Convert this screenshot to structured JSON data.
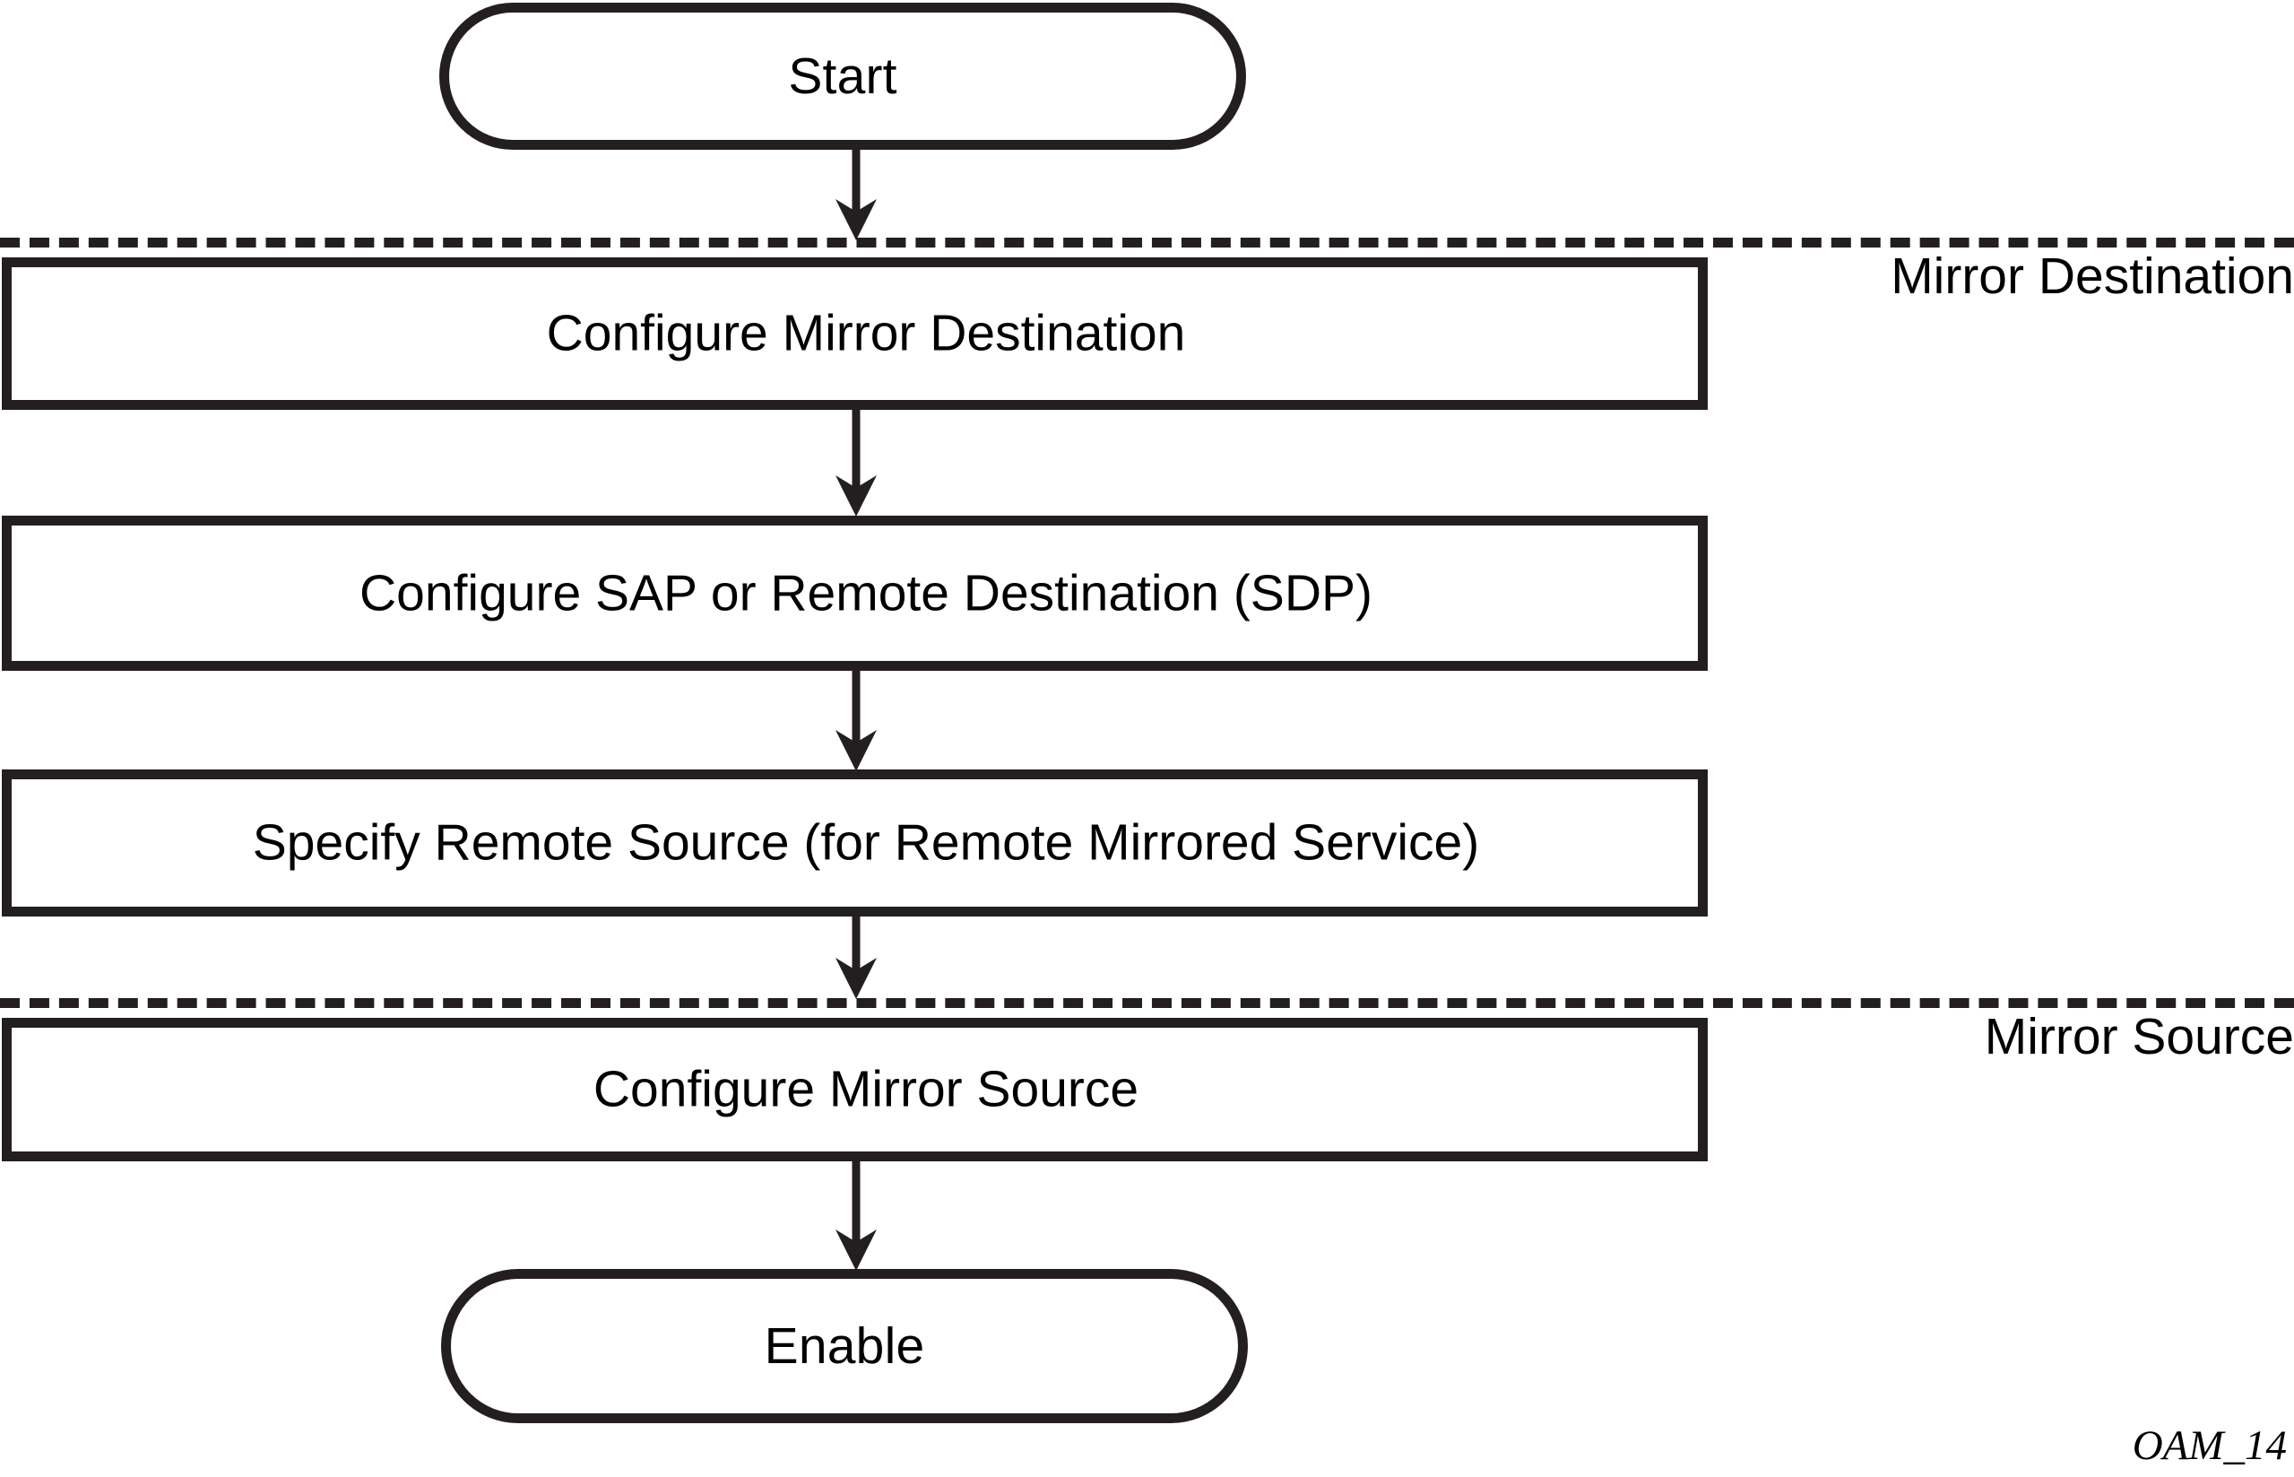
{
  "diagram": {
    "type": "flowchart",
    "orientation": "vertical",
    "figure_id": "OAM_14",
    "colors": {
      "stroke": "#231f20",
      "text": "#000000",
      "background": "#ffffff"
    },
    "lanes": [
      {
        "id": "mirror-destination",
        "label": "Mirror Destination"
      },
      {
        "id": "mirror-source",
        "label": "Mirror Source"
      }
    ],
    "nodes": [
      {
        "id": "start",
        "shape": "terminator",
        "label": "Start"
      },
      {
        "id": "cfg-mirror-dest",
        "shape": "process",
        "label": "Configure Mirror Destination"
      },
      {
        "id": "cfg-sap-sdp",
        "shape": "process",
        "label": "Configure SAP or Remote Destination (SDP)"
      },
      {
        "id": "specify-remote-src",
        "shape": "process",
        "label": "Specify Remote Source (for Remote Mirrored Service)"
      },
      {
        "id": "cfg-mirror-src",
        "shape": "process",
        "label": "Configure Mirror Source"
      },
      {
        "id": "enable",
        "shape": "terminator",
        "label": "Enable"
      }
    ],
    "edges": [
      {
        "from": "start",
        "to": "cfg-mirror-dest",
        "arrow": "down"
      },
      {
        "from": "cfg-mirror-dest",
        "to": "cfg-sap-sdp",
        "arrow": "down"
      },
      {
        "from": "cfg-sap-sdp",
        "to": "specify-remote-src",
        "arrow": "down"
      },
      {
        "from": "specify-remote-src",
        "to": "cfg-mirror-src",
        "arrow": "down"
      },
      {
        "from": "cfg-mirror-src",
        "to": "enable",
        "arrow": "down"
      }
    ]
  }
}
